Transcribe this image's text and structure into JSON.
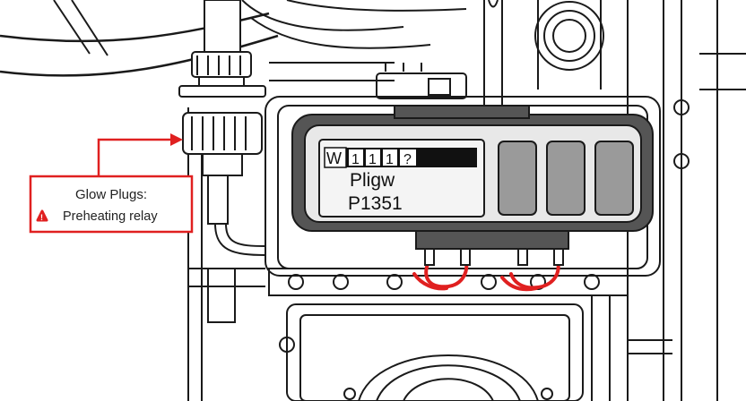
{
  "display": {
    "status_cells": [
      "W",
      "1",
      "1",
      "1",
      "?"
    ],
    "line1": "Pligw",
    "line2": "P1351"
  },
  "callout": {
    "title": "Glow Plugs:",
    "warning_text": "Preheating relay",
    "warning_icon": "warning-triangle-icon"
  },
  "colors": {
    "accent_red": "#e02020",
    "line": "#1a1a1a",
    "housing": "#555555",
    "screen": "#f4f4f4",
    "button_fill": "#9a9a9a"
  }
}
